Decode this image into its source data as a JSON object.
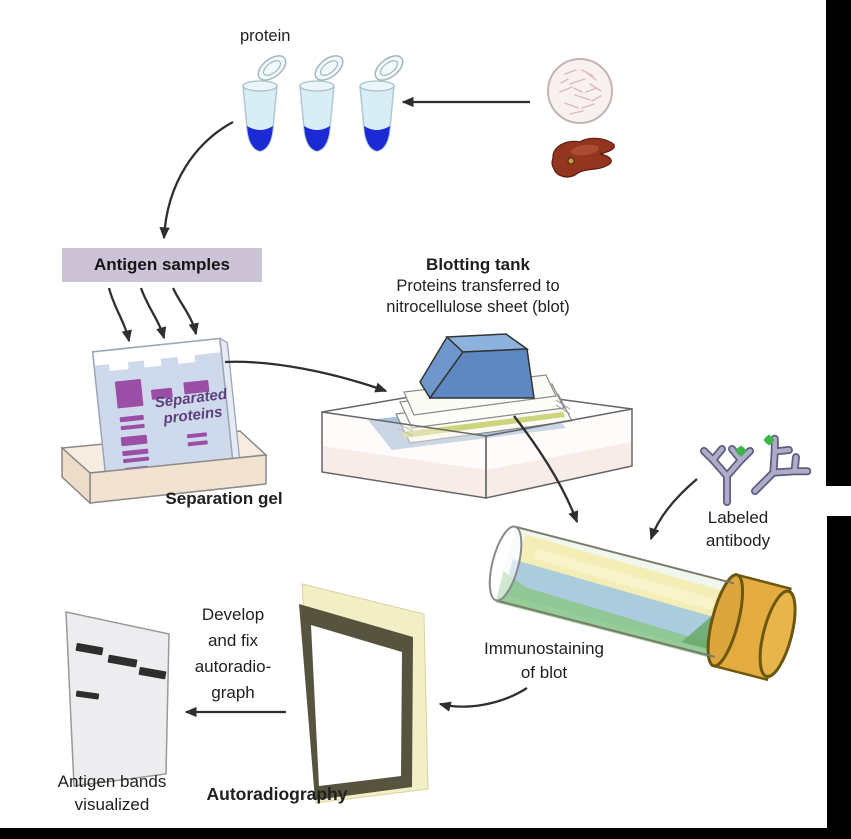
{
  "diagram": {
    "protein_label": "protein",
    "antigen_samples_label": "Antigen samples",
    "separation_gel": {
      "band_text_line1": "Separated",
      "band_text_line2": "proteins",
      "caption": "Separation gel"
    },
    "blotting_tank": {
      "title": "Blotting tank",
      "subtitle_line1": "Proteins transferred to",
      "subtitle_line2": "nitrocellulose sheet (blot)"
    },
    "labeled_antibody": {
      "line1": "Labeled",
      "line2": "antibody"
    },
    "immunostaining": {
      "line1": "Immunostaining",
      "line2": "of blot"
    },
    "develop": {
      "line1": "Develop",
      "line2": "and fix",
      "line3": "autoradio-",
      "line4": "graph"
    },
    "autoradiography_label": "Autoradiography",
    "antigen_bands": {
      "line1": "Antigen bands",
      "line2": "visualized"
    }
  },
  "colors": {
    "antigen_box_bg": "#cdc3d6",
    "gel_band_purple": "#9b4ea6",
    "gel_face": "#cfd9ec",
    "tube_contents_blue": "#1b2ad4",
    "weight_blue": "#5e88c2",
    "cap_amber": "#e3ab40",
    "blot_yellow": "#f3edb2",
    "film_yellow": "#f2eec6",
    "film_frame_dark": "#56533f",
    "antibody_green": "#3cb54a",
    "liver_red": "#93351f",
    "arrow_color": "#2f2f2f"
  }
}
